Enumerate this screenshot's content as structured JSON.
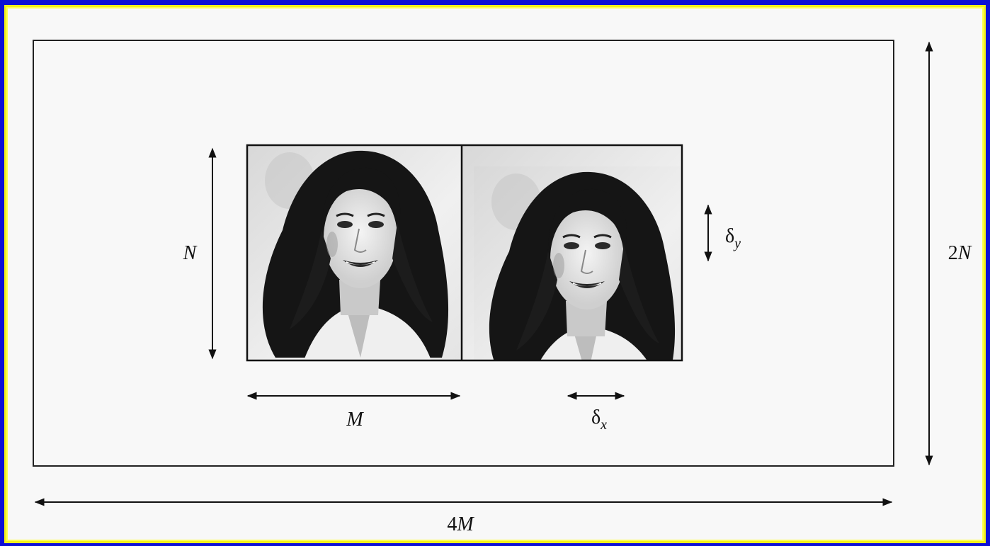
{
  "labels": {
    "outer_width": "4M",
    "outer_height": "2N",
    "image_width": "M",
    "image_height": "N",
    "shift_x": "δx",
    "shift_y": "δy"
  },
  "images": {
    "reference": "portrait-reference",
    "shifted": "portrait-shifted"
  },
  "colors": {
    "background": "#0d0fd6",
    "border": "#f2ef1e",
    "panel": "#f8f8f8"
  }
}
